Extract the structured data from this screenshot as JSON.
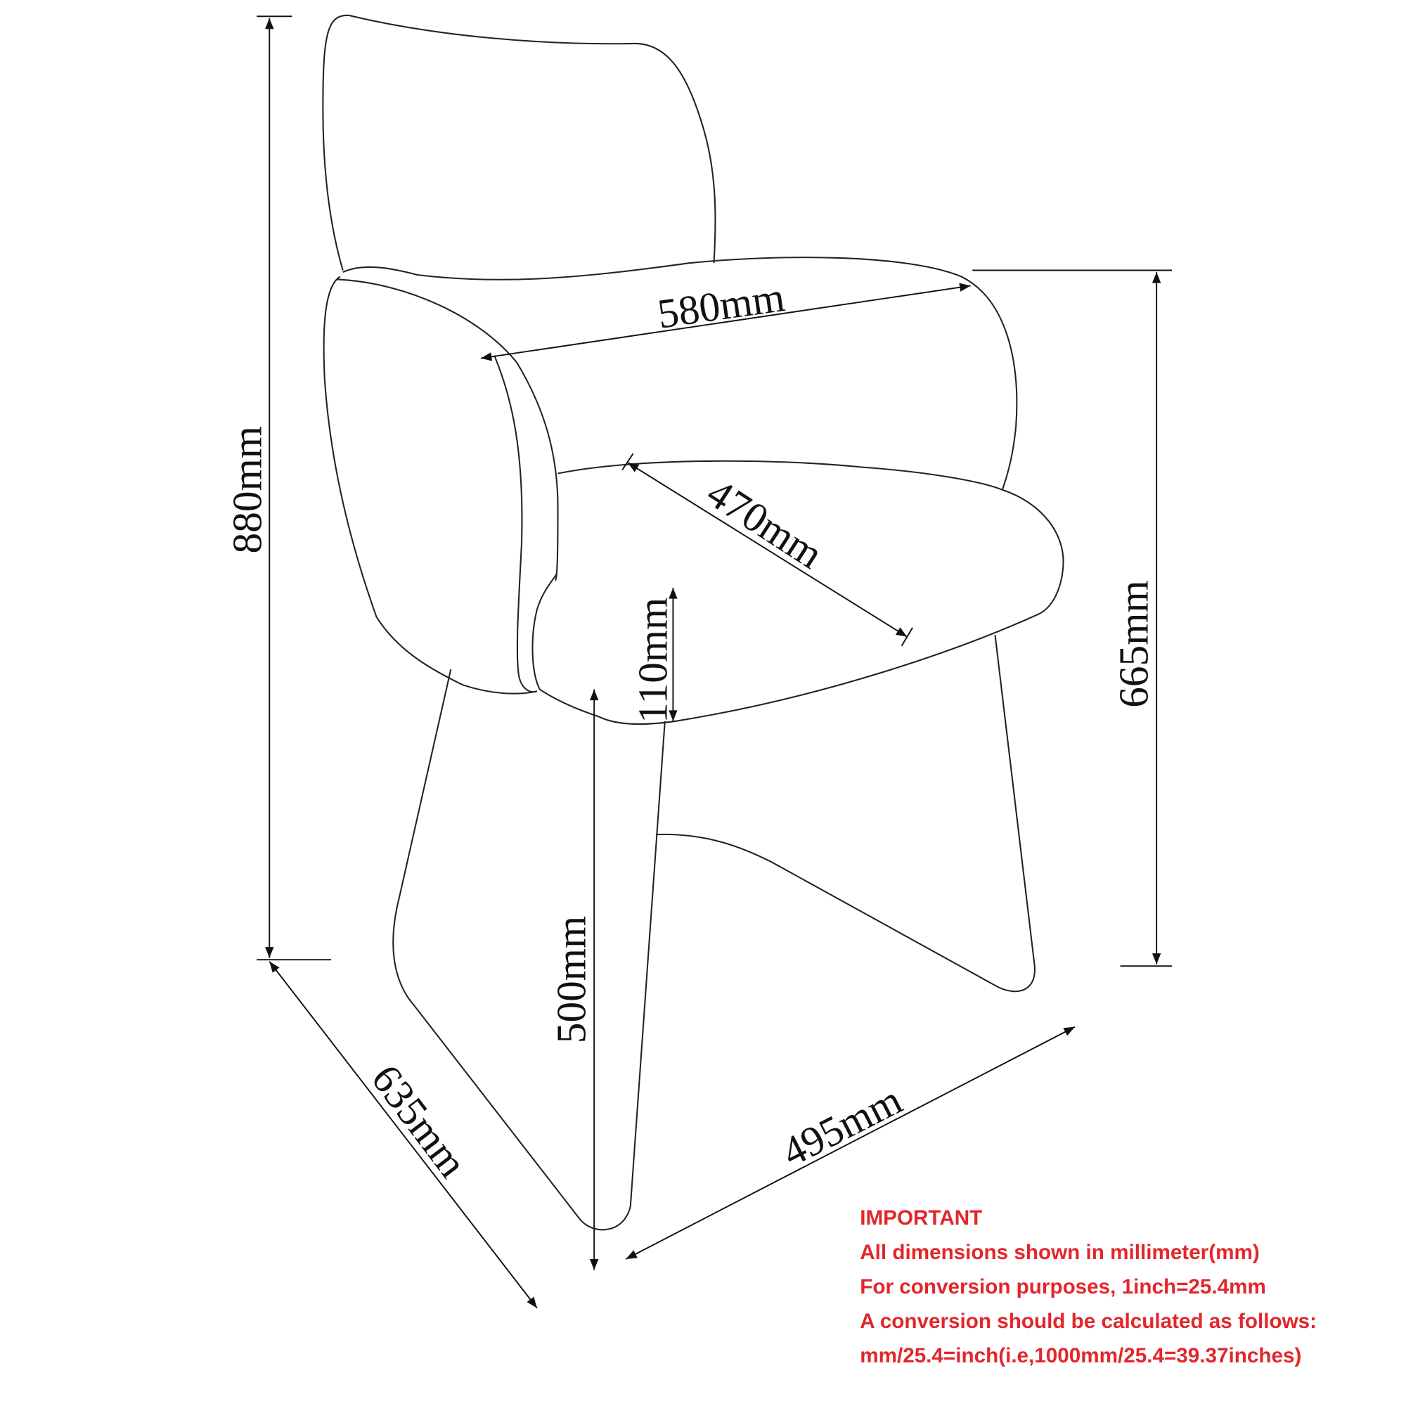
{
  "diagram": {
    "subject": "chair",
    "dimensions": {
      "overall_height": "880mm",
      "arm_height": "665mm",
      "width": "580mm",
      "seat_depth": "470mm",
      "seat_thickness": "110mm",
      "seat_height": "500mm",
      "depth": "635mm",
      "base_width": "495mm"
    }
  },
  "note": {
    "title": "IMPORTANT",
    "lines": [
      "All dimensions shown in millimeter(mm)",
      "For conversion purposes, 1inch=25.4mm",
      "A conversion should be calculated as follows:",
      "mm/25.4=inch(i.e,1000mm/25.4=39.37inches)"
    ],
    "color": "#e3262b"
  }
}
